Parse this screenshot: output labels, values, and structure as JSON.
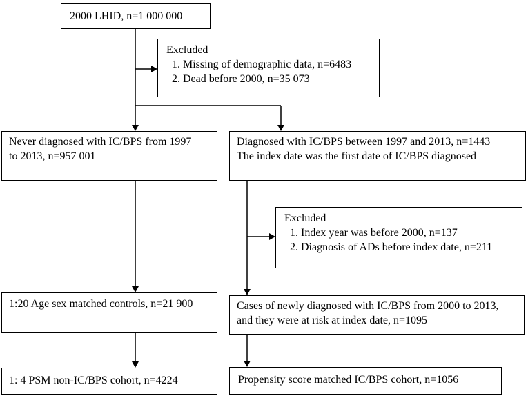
{
  "colors": {
    "background": "#ffffff",
    "box_border": "#000000",
    "text": "#000000",
    "arrow": "#000000"
  },
  "boxes": {
    "lhid": {
      "lines": [
        "2000 LHID, n=1 000 000"
      ]
    },
    "excluded_top": {
      "title": "Excluded",
      "items": [
        "1. Missing of demographic data, n=6483",
        "2. Dead before 2000, n=35 073"
      ]
    },
    "never_diagnosed": {
      "lines": [
        "Never diagnosed with IC/BPS from 1997",
        "to 2013, n=957 001"
      ]
    },
    "diagnosed": {
      "lines": [
        "Diagnosed with IC/BPS between 1997 and 2013, n=1443",
        "The index date was the first date of IC/BPS diagnosed"
      ]
    },
    "excluded_mid": {
      "title": "Excluded",
      "items": [
        "1. Index year was before 2000, n=137",
        "2. Diagnosis of ADs before index date, n=211"
      ]
    },
    "matched_controls": {
      "lines": [
        "1:20 Age sex matched controls, n=21 900"
      ]
    },
    "newly_diagnosed": {
      "lines": [
        "Cases of newly diagnosed with IC/BPS from 2000 to 2013,",
        "and they were at risk at index date, n=1095"
      ]
    },
    "psm_non_ic": {
      "lines": [
        "1: 4 PSM non-IC/BPS cohort, n=4224"
      ]
    },
    "psm_ic": {
      "lines": [
        "Propensity score matched IC/BPS cohort, n=1056"
      ]
    }
  }
}
